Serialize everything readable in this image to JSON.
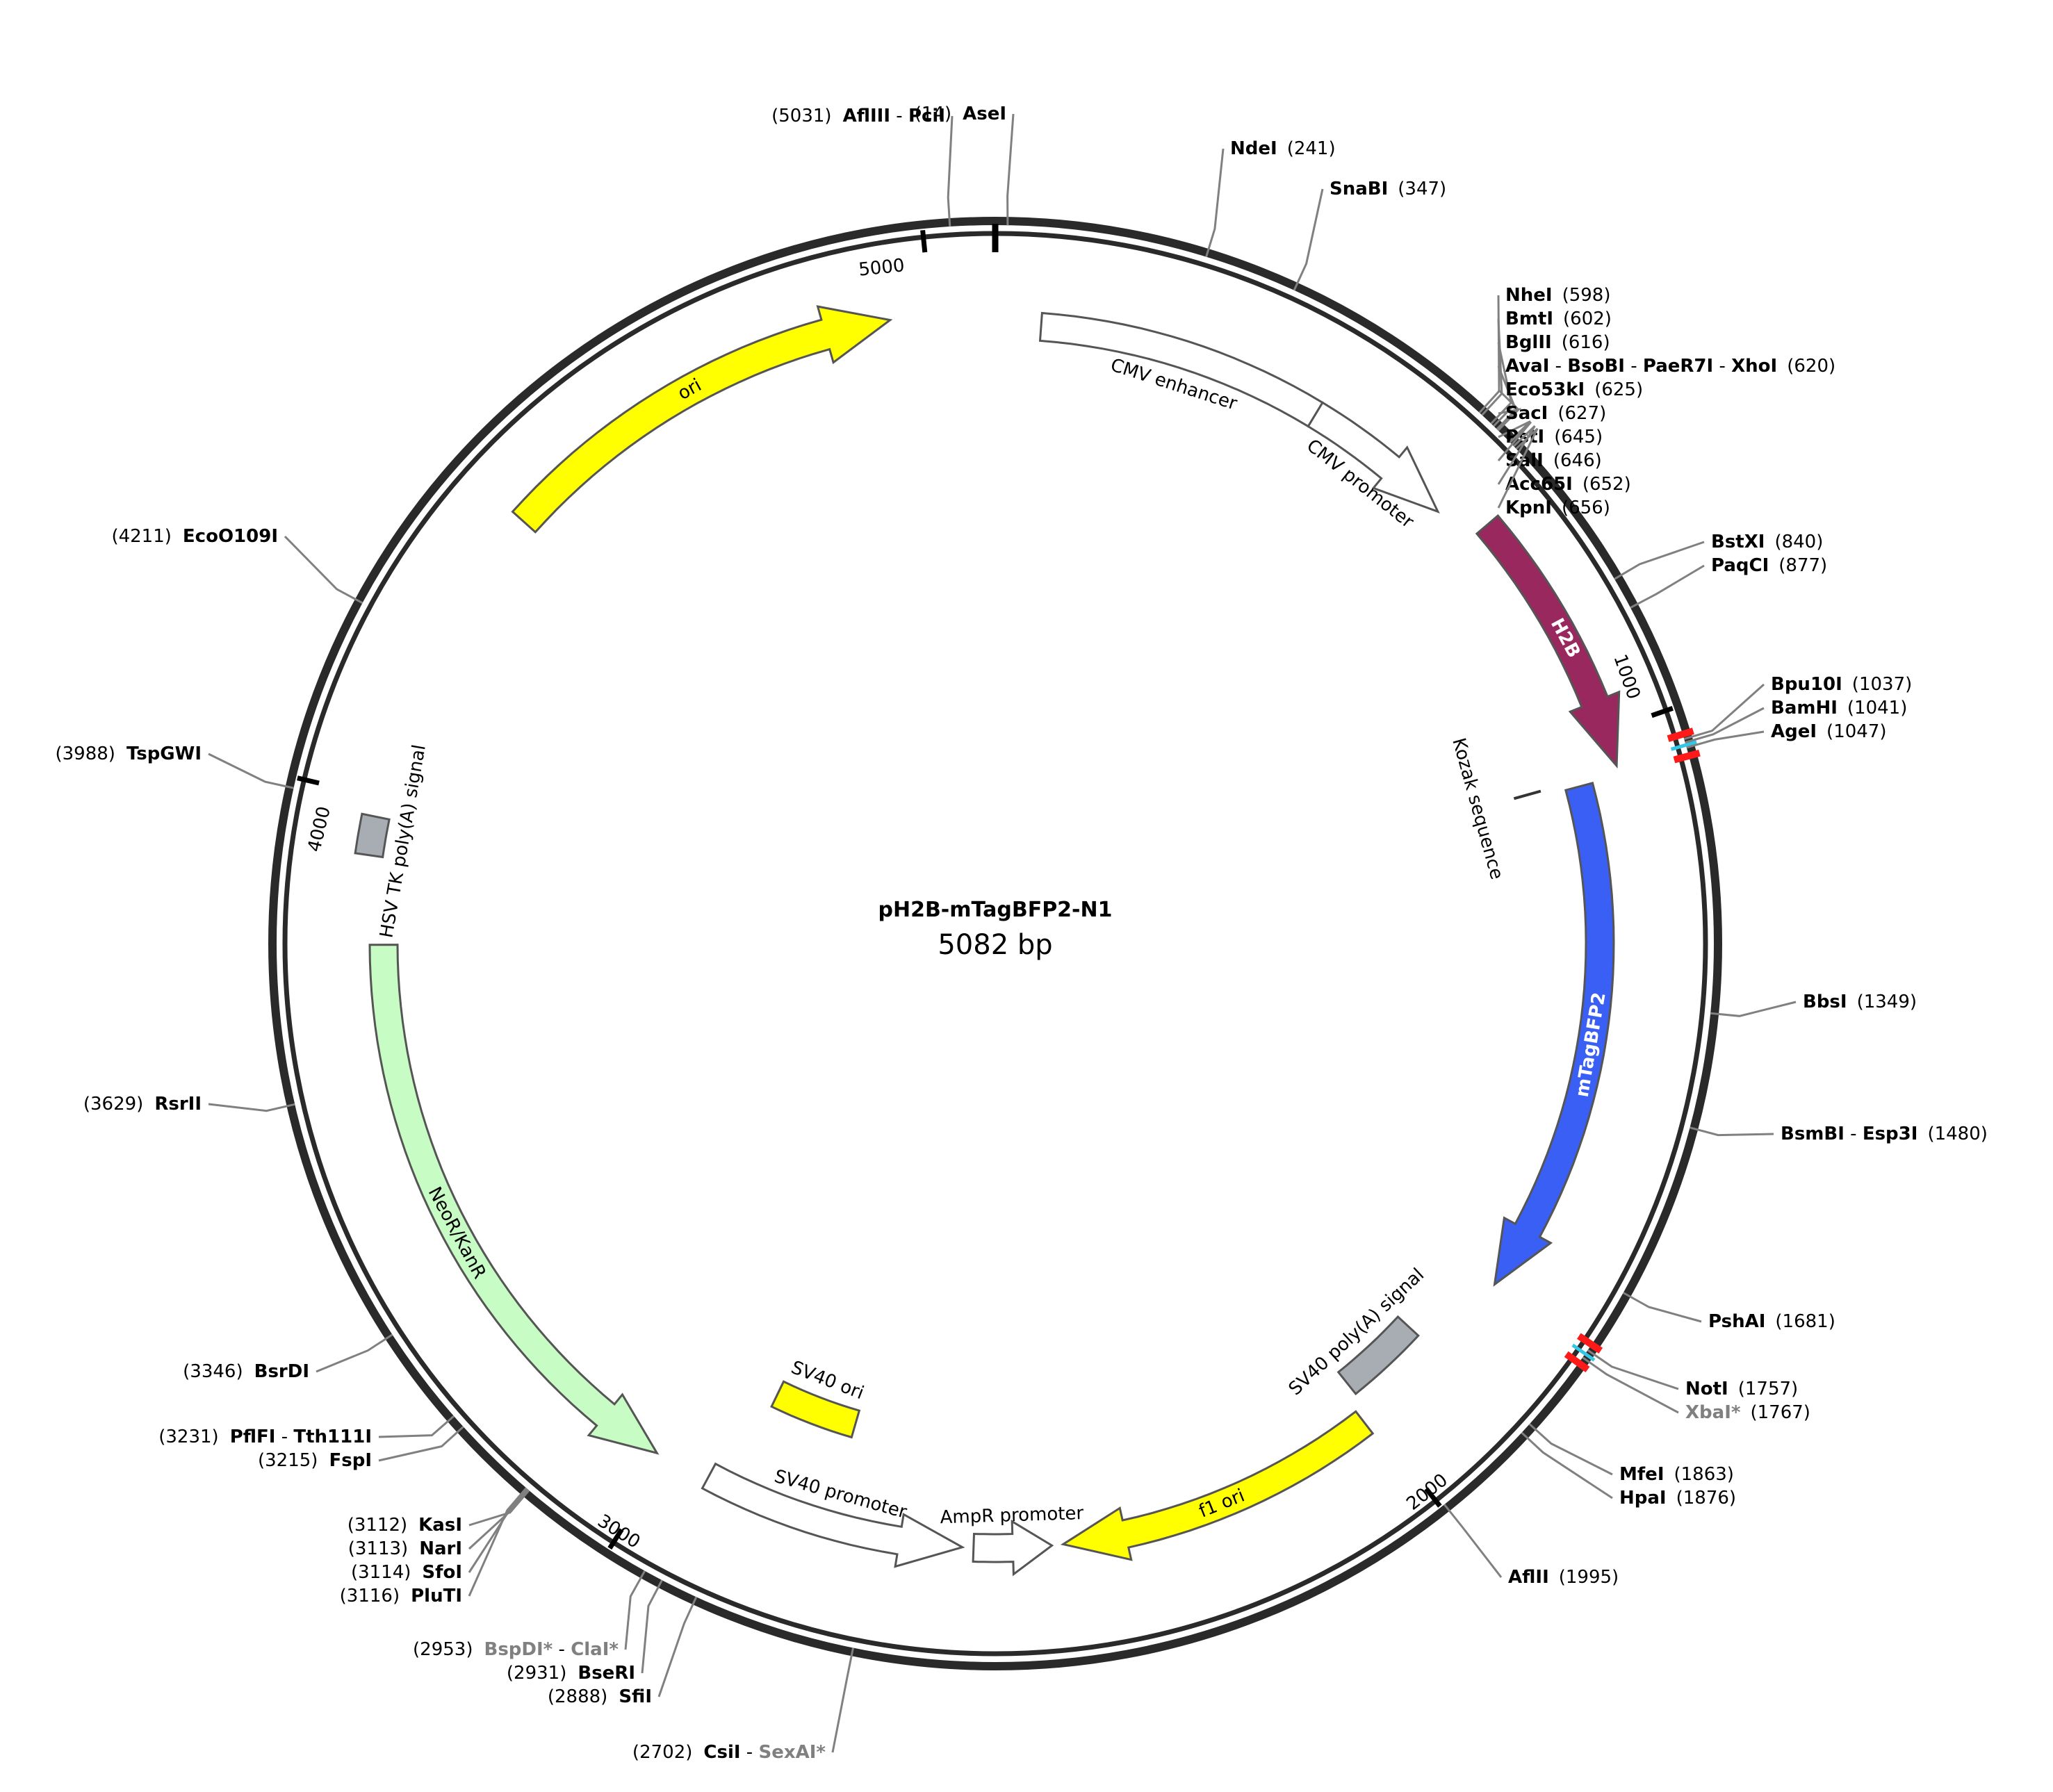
{
  "plasmid": {
    "name": "pH2B-mTagBFP2-N1",
    "length_label": "5082 bp",
    "length": 5082
  },
  "ticks": [
    {
      "label": "1000",
      "pos": 1000
    },
    {
      "label": "2000",
      "pos": 2000
    },
    {
      "label": "3000",
      "pos": 3000
    },
    {
      "label": "4000",
      "pos": 4000
    },
    {
      "label": "5000",
      "pos": 5000
    }
  ],
  "features": [
    {
      "name": "ori",
      "label": "ori",
      "color": "#ffff00",
      "text_color": "#000000"
    },
    {
      "name": "cmv-enhancer",
      "label": "CMV enhancer",
      "color": "#ffffff",
      "text_color": "#000000"
    },
    {
      "name": "cmv-promoter",
      "label": "CMV promoter",
      "color": "#ffffff",
      "text_color": "#000000"
    },
    {
      "name": "h2b",
      "label": "H2B",
      "color": "#99285f",
      "text_color": "#ffffff"
    },
    {
      "name": "kozak",
      "label": "Kozak sequence",
      "color": "#333333",
      "text_color": "#000000"
    },
    {
      "name": "mtagbfp2",
      "label": "mTagBFP2",
      "color": "#3a5ff5",
      "text_color": "#ffffff"
    },
    {
      "name": "sv40-polya",
      "label": "SV40 poly(A) signal",
      "color": "#a8adb4",
      "text_color": "#000000"
    },
    {
      "name": "f1-ori",
      "label": "f1 ori",
      "color": "#ffff00",
      "text_color": "#000000"
    },
    {
      "name": "ampr-promoter",
      "label": "AmpR promoter",
      "color": "#ffffff",
      "text_color": "#000000"
    },
    {
      "name": "sv40-promoter",
      "label": "SV40 promoter",
      "color": "#ffffff",
      "text_color": "#000000"
    },
    {
      "name": "sv40-ori",
      "label": "SV40 ori",
      "color": "#ffff00",
      "text_color": "#000000"
    },
    {
      "name": "neor-kanr",
      "label": "NeoR/KanR",
      "color": "#c7fcc4",
      "text_color": "#000000"
    },
    {
      "name": "hsv-tk-polya",
      "label": "HSV TK poly(A) signal",
      "color": "#a8adb4",
      "text_color": "#000000"
    }
  ],
  "sites": [
    {
      "pos": 5031,
      "pos_label": "(5031)",
      "names": [
        "AflIII",
        "PciI"
      ]
    },
    {
      "pos": 14,
      "pos_label": "(14)",
      "names": [
        "AseI"
      ]
    },
    {
      "pos": 241,
      "pos_label": "(241)",
      "names": [
        "NdeI"
      ]
    },
    {
      "pos": 347,
      "pos_label": "(347)",
      "names": [
        "SnaBI"
      ]
    },
    {
      "pos": 598,
      "pos_label": "(598)",
      "names": [
        "NheI"
      ]
    },
    {
      "pos": 602,
      "pos_label": "(602)",
      "names": [
        "BmtI"
      ]
    },
    {
      "pos": 616,
      "pos_label": "(616)",
      "names": [
        "BglII"
      ]
    },
    {
      "pos": 620,
      "pos_label": "(620)",
      "names": [
        "AvaI",
        "BsoBI",
        "PaeR7I",
        "XhoI"
      ]
    },
    {
      "pos": 625,
      "pos_label": "(625)",
      "names": [
        "Eco53kI"
      ]
    },
    {
      "pos": 627,
      "pos_label": "(627)",
      "names": [
        "SacI"
      ]
    },
    {
      "pos": 645,
      "pos_label": "(645)",
      "names": [
        "PstI"
      ]
    },
    {
      "pos": 646,
      "pos_label": "(646)",
      "names": [
        "SalI"
      ]
    },
    {
      "pos": 652,
      "pos_label": "(652)",
      "names": [
        "Acc65I"
      ]
    },
    {
      "pos": 656,
      "pos_label": "(656)",
      "names": [
        "KpnI"
      ]
    },
    {
      "pos": 840,
      "pos_label": "(840)",
      "names": [
        "BstXI"
      ]
    },
    {
      "pos": 877,
      "pos_label": "(877)",
      "names": [
        "PaqCI"
      ]
    },
    {
      "pos": 1037,
      "pos_label": "(1037)",
      "names": [
        "Bpu10I"
      ]
    },
    {
      "pos": 1041,
      "pos_label": "(1041)",
      "names": [
        "BamHI"
      ]
    },
    {
      "pos": 1047,
      "pos_label": "(1047)",
      "names": [
        "AgeI"
      ]
    },
    {
      "pos": 1349,
      "pos_label": "(1349)",
      "names": [
        "BbsI"
      ]
    },
    {
      "pos": 1480,
      "pos_label": "(1480)",
      "names": [
        "BsmBI",
        "Esp3I"
      ]
    },
    {
      "pos": 1681,
      "pos_label": "(1681)",
      "names": [
        "PshAI"
      ]
    },
    {
      "pos": 1757,
      "pos_label": "(1757)",
      "names": [
        "NotI"
      ]
    },
    {
      "pos": 1767,
      "pos_label": "(1767)",
      "names": [
        "XbaI*"
      ],
      "dim": true
    },
    {
      "pos": 1863,
      "pos_label": "(1863)",
      "names": [
        "MfeI"
      ]
    },
    {
      "pos": 1876,
      "pos_label": "(1876)",
      "names": [
        "HpaI"
      ]
    },
    {
      "pos": 1995,
      "pos_label": "(1995)",
      "names": [
        "AflII"
      ]
    },
    {
      "pos": 2702,
      "pos_label": "(2702)",
      "names": [
        "CsiI",
        "SexAI*"
      ],
      "dim_second": true
    },
    {
      "pos": 2888,
      "pos_label": "(2888)",
      "names": [
        "SfiI"
      ]
    },
    {
      "pos": 2931,
      "pos_label": "(2931)",
      "names": [
        "BseRI"
      ]
    },
    {
      "pos": 2953,
      "pos_label": "(2953)",
      "names": [
        "BspDI*",
        "ClaI*"
      ],
      "dim": true
    },
    {
      "pos": 3112,
      "pos_label": "(3112)",
      "names": [
        "KasI"
      ]
    },
    {
      "pos": 3113,
      "pos_label": "(3113)",
      "names": [
        "NarI"
      ]
    },
    {
      "pos": 3114,
      "pos_label": "(3114)",
      "names": [
        "SfoI"
      ]
    },
    {
      "pos": 3116,
      "pos_label": "(3116)",
      "names": [
        "PluTI"
      ]
    },
    {
      "pos": 3215,
      "pos_label": "(3215)",
      "names": [
        "FspI"
      ]
    },
    {
      "pos": 3231,
      "pos_label": "(3231)",
      "names": [
        "PflFI",
        "Tth111I"
      ]
    },
    {
      "pos": 3346,
      "pos_label": "(3346)",
      "names": [
        "BsrDI"
      ]
    },
    {
      "pos": 3629,
      "pos_label": "(3629)",
      "names": [
        "RsrII"
      ]
    },
    {
      "pos": 3988,
      "pos_label": "(3988)",
      "names": [
        "TspGWI"
      ]
    },
    {
      "pos": 4211,
      "pos_label": "(4211)",
      "names": [
        "EcoO109I"
      ]
    }
  ],
  "colors": {
    "backbone": "#2a2a2a",
    "cut_marker": "#ff1a1a",
    "cut_marker_accent": "#33c6e6"
  }
}
